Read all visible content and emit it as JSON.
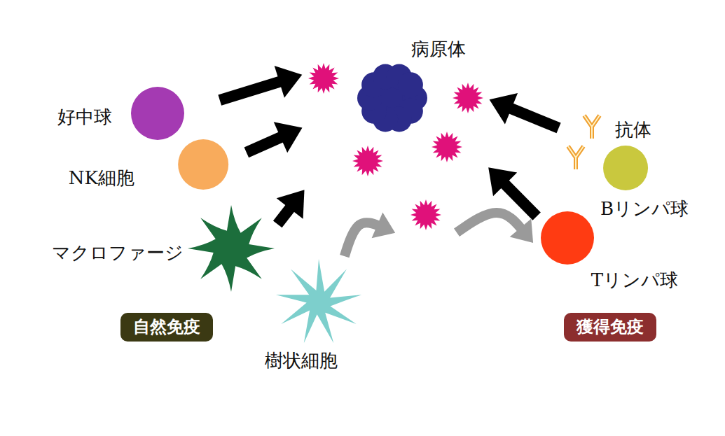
{
  "diagram": {
    "nodes": [
      {
        "text": [
          "自然免疫"
        ]
      },
      {
        "text": [
          "好中球"
        ],
        "in": 0
      },
      {
        "text": [
          "NK細胞"
        ],
        "in": 0
      },
      {
        "text": [
          "マクロファージ"
        ],
        "in": 0
      },
      {
        "text": [
          "樹状細胞"
        ],
        "in": 0
      },
      {
        "text": [
          "病原体"
        ]
      },
      {
        "text": [
          "獲得免疫"
        ]
      },
      {
        "text": [
          "抗体"
        ],
        "in": 6
      },
      {
        "text": [
          "Bリンパ球"
        ],
        "in": 6
      },
      {
        "text": [
          "Tリンパ球"
        ],
        "in": 6
      }
    ],
    "edges": [
      {
        "from": 1,
        "to": 5,
        "arrow": "to"
      },
      {
        "from": 2,
        "to": 5,
        "arrow": "to"
      },
      {
        "from": 3,
        "to": 5,
        "arrow": "to"
      },
      {
        "from": 7,
        "to": 5,
        "arrow": "to"
      },
      {
        "from": 9,
        "to": 5,
        "arrow": "to"
      },
      {
        "from": 4,
        "to": 5,
        "arrow": "to"
      },
      {
        "from": 5,
        "to": 9,
        "arrow": "to"
      }
    ]
  }
}
